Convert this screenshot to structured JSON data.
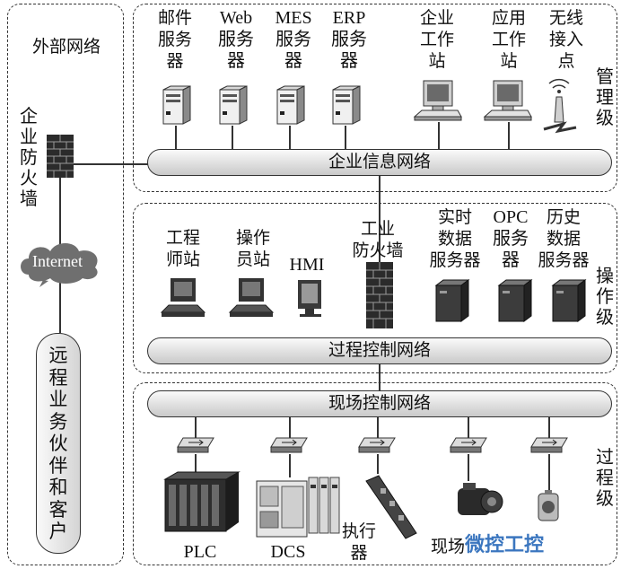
{
  "zones": {
    "external": {
      "title": "外部网络"
    },
    "management": {
      "level_label": "管理级"
    },
    "control": {
      "level_label": "操作级"
    },
    "process": {
      "level_label": "过程级"
    }
  },
  "external": {
    "firewall_label": "企业防火墙",
    "cloud_label": "Internet",
    "partners_label": "远程业务伙伴和客户"
  },
  "management": {
    "bus_label": "企业信息网络",
    "nodes": [
      {
        "label": "邮件\n服务\n器"
      },
      {
        "label": "Web\n服务\n器"
      },
      {
        "label": "MES\n服务\n器"
      },
      {
        "label": "ERP\n服务\n器"
      },
      {
        "label": "企业\n工作\n站"
      },
      {
        "label": "应用\n工作\n站"
      },
      {
        "label": "无线\n接入\n点"
      }
    ]
  },
  "control": {
    "bus_label": "过程控制网络",
    "firewall_label": "工业\n防火墙",
    "nodes": [
      {
        "label": "工程\n师站"
      },
      {
        "label": "操作\n员站"
      },
      {
        "label": "HMI"
      },
      {
        "label": "实时\n数据\n服务器"
      },
      {
        "label": "OPC\n服务\n器"
      },
      {
        "label": "历史\n数据\n服务器"
      }
    ]
  },
  "process": {
    "bus_label": "现场控制网络",
    "nodes": [
      {
        "label": "PLC"
      },
      {
        "label": "DCS"
      },
      {
        "label": "执行\n器"
      },
      {
        "label": "现场"
      }
    ]
  },
  "watermark": "微控工控"
}
